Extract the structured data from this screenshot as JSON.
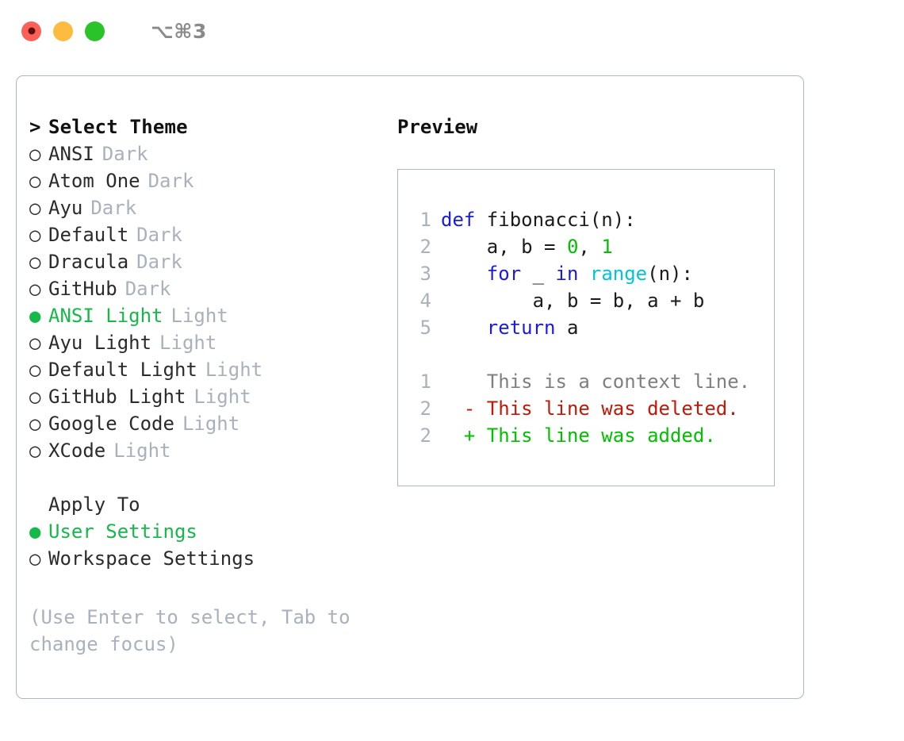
{
  "window": {
    "shortcut_title": "⌥⌘3",
    "traffic_lights": [
      "close-button",
      "minimize-button",
      "maximize-button"
    ]
  },
  "colors": {
    "accent_green": "#16b84a",
    "muted": "#a9b1bd",
    "text": "#2b2b2b",
    "border": "#aeb6c2",
    "keyword_blue": "#1a1ae0",
    "function_cyan": "#00c5d7",
    "number_green": "#00c000",
    "diff_removed": "#c21807",
    "diff_added": "#00c000",
    "diff_context": "#7f7f7f"
  },
  "theme_picker": {
    "heading_caret": ">",
    "heading": "Select Theme",
    "bullet_selected": "●",
    "bullet_unselected": "○",
    "items": [
      {
        "name": "ANSI",
        "kind": "Dark",
        "selected": false
      },
      {
        "name": "Atom One",
        "kind": "Dark",
        "selected": false
      },
      {
        "name": "Ayu",
        "kind": "Dark",
        "selected": false
      },
      {
        "name": "Default",
        "kind": "Dark",
        "selected": false
      },
      {
        "name": "Dracula",
        "kind": "Dark",
        "selected": false
      },
      {
        "name": "GitHub",
        "kind": "Dark",
        "selected": false
      },
      {
        "name": "ANSI Light",
        "kind": "Light",
        "selected": true
      },
      {
        "name": "Ayu Light",
        "kind": "Light",
        "selected": false
      },
      {
        "name": "Default Light",
        "kind": "Light",
        "selected": false
      },
      {
        "name": "GitHub Light",
        "kind": "Light",
        "selected": false
      },
      {
        "name": "Google Code",
        "kind": "Light",
        "selected": false
      },
      {
        "name": "XCode",
        "kind": "Light",
        "selected": false
      }
    ]
  },
  "apply_to": {
    "heading": "Apply To",
    "options": [
      {
        "label": "User Settings",
        "selected": true
      },
      {
        "label": "Workspace Settings",
        "selected": false
      }
    ]
  },
  "hint": "(Use Enter to select, Tab to change focus)",
  "preview": {
    "title": "Preview",
    "code_lines": [
      {
        "number": "1",
        "tokens": [
          {
            "t": "def",
            "c": "kw"
          },
          {
            "t": " fibonacci(n):",
            "c": "plain"
          }
        ]
      },
      {
        "number": "2",
        "tokens": [
          {
            "t": "    a, b = ",
            "c": "plain"
          },
          {
            "t": "0",
            "c": "num"
          },
          {
            "t": ", ",
            "c": "plain"
          },
          {
            "t": "1",
            "c": "num"
          }
        ]
      },
      {
        "number": "3",
        "tokens": [
          {
            "t": "    ",
            "c": "plain"
          },
          {
            "t": "for",
            "c": "kw"
          },
          {
            "t": " _ ",
            "c": "plain"
          },
          {
            "t": "in",
            "c": "kw"
          },
          {
            "t": " ",
            "c": "plain"
          },
          {
            "t": "range",
            "c": "fn"
          },
          {
            "t": "(n):",
            "c": "plain"
          }
        ]
      },
      {
        "number": "4",
        "tokens": [
          {
            "t": "        a, b = b, a + b",
            "c": "plain"
          }
        ]
      },
      {
        "number": "5",
        "tokens": [
          {
            "t": "    ",
            "c": "plain"
          },
          {
            "t": "return",
            "c": "kw"
          },
          {
            "t": " a",
            "c": "plain"
          }
        ]
      }
    ],
    "diff_lines": [
      {
        "number": "1",
        "marker": " ",
        "text": "This is a context line.",
        "kind": "ctx"
      },
      {
        "number": "2",
        "marker": "-",
        "text": "This line was deleted.",
        "kind": "del"
      },
      {
        "number": "2",
        "marker": "+",
        "text": "This line was added.",
        "kind": "add"
      }
    ]
  }
}
